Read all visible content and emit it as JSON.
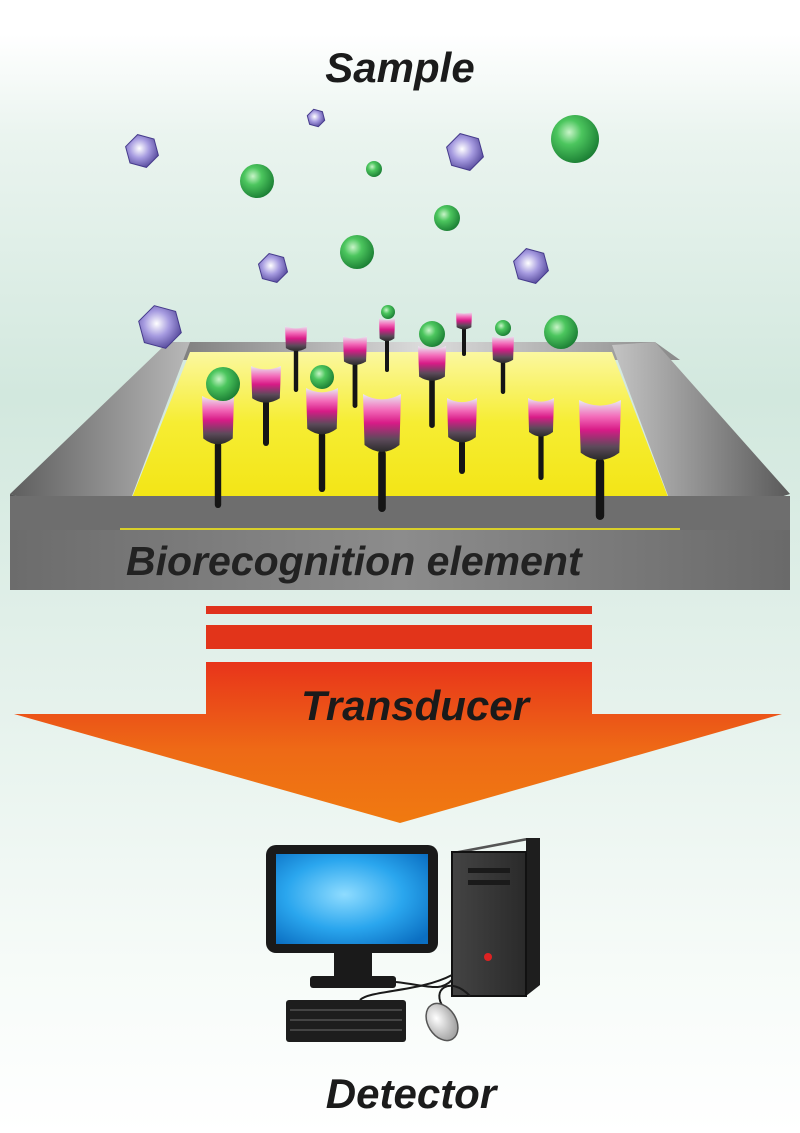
{
  "labels": {
    "sample": "Sample",
    "biorecognition": "Biorecognition element",
    "transducer": "Transducer",
    "detector": "Detector"
  },
  "colors": {
    "analyte_sphere": "#2fae4a",
    "interferent_hexagon": "#6a5aae",
    "sensor_surface": "#f4ea1a",
    "platform": "#7a7a7a",
    "receptor_head": "#e0389a",
    "transducer_arrow": "#ea5a12",
    "monitor_screen": "#1e9be8",
    "computer_body": "#3a3a3a"
  },
  "icons": [
    "sample-analyte-spheres",
    "interferent-hexagons",
    "receptor-probes",
    "transducer-arrow",
    "computer-monitor-icon",
    "computer-tower-icon",
    "keyboard-icon",
    "mouse-icon"
  ]
}
